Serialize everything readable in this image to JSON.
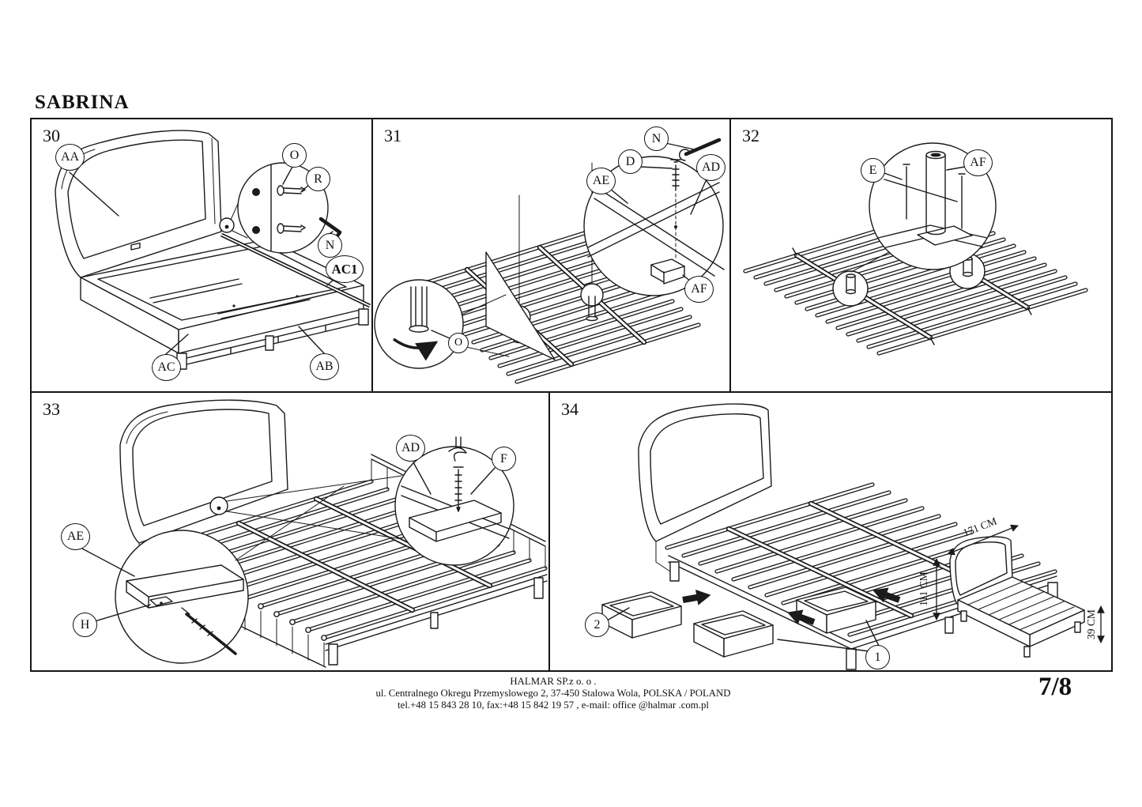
{
  "title": "SABRINA",
  "page_number": "7/8",
  "footer": {
    "company": "HALMAR SP.z o. o .",
    "address": "ul. Centralnego Okregu Przemyslowego 2, 37-450 Stalowa Wola, POLSKA / POLAND",
    "contact": "tel.+48 15 843 28 10, fax:+48 15 842 19 57 , e-mail: office @halmar .com.pl"
  },
  "panels": {
    "p30": {
      "number": "30",
      "labels": {
        "aa": "AA",
        "o": "O",
        "r": "R",
        "n": "N",
        "ac1": "AC1",
        "ac": "AC",
        "ab": "AB"
      }
    },
    "p31": {
      "number": "31",
      "labels": {
        "n": "N",
        "d": "D",
        "ae": "AE",
        "ad": "AD",
        "af": "AF",
        "o": "O"
      }
    },
    "p32": {
      "number": "32",
      "labels": {
        "e": "E",
        "af": "AF"
      }
    },
    "p33": {
      "number": "33",
      "labels": {
        "ad": "AD",
        "f": "F",
        "ae": "AE",
        "h": "H"
      }
    },
    "p34": {
      "number": "34",
      "labels": {
        "two": "2",
        "one": "1"
      },
      "dimensions": {
        "width": "171 CM",
        "height": "111 CM",
        "base_height": "39 CM"
      }
    }
  }
}
